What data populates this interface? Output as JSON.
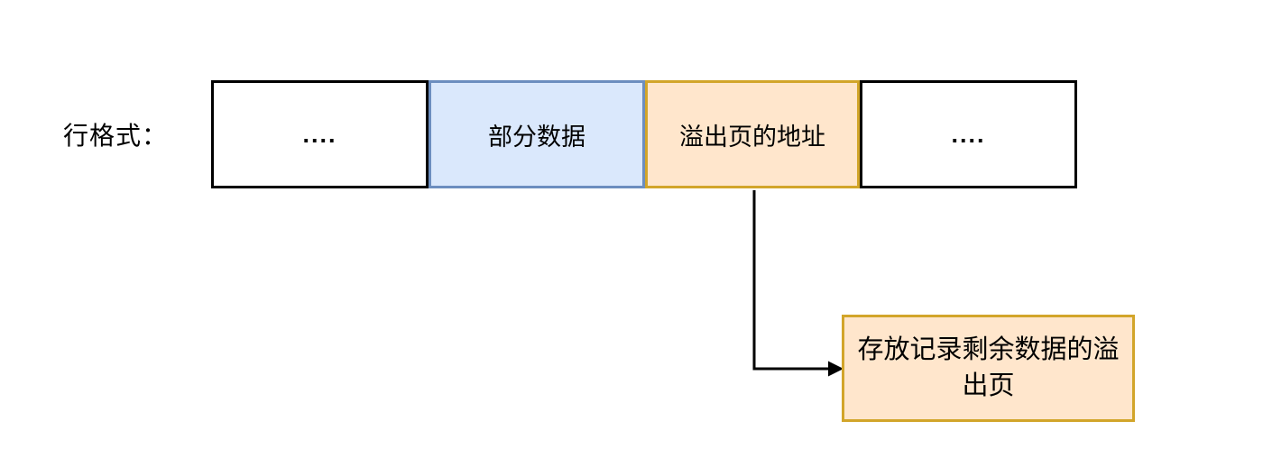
{
  "colors": {
    "background": "#ffffff",
    "text": "#000000",
    "cell-border-black": "#000000",
    "blue-fill": "#dae8fc",
    "blue-border": "#6c8ebf",
    "orange-fill": "#ffe6cc",
    "orange-border": "#d2a52a",
    "arrow": "#000000"
  },
  "diagram": {
    "row_label": "行格式：",
    "row_cells": [
      {
        "label": "...."
      },
      {
        "label": "部分数据"
      },
      {
        "label": "溢出页的地址"
      },
      {
        "label": "...."
      }
    ],
    "overflow_box": {
      "label": "存放记录剩余数据的溢出页"
    },
    "arrow": {
      "from": "溢出页的地址",
      "to": "存放记录剩余数据的溢出页"
    }
  }
}
